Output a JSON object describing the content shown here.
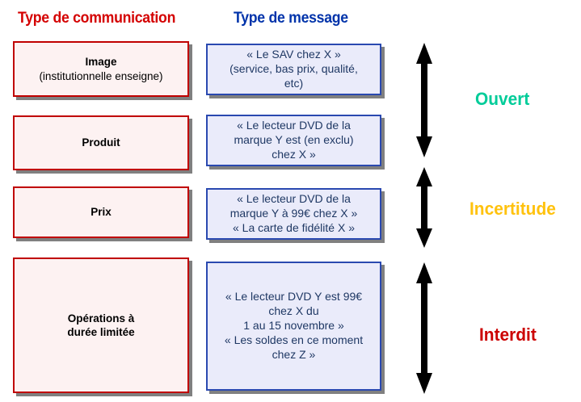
{
  "headers": {
    "communication": "Type de communication",
    "message": "Type de message"
  },
  "colors": {
    "header_communication": "#D40000",
    "header_message": "#0033AA",
    "left_box_border": "#C00000",
    "left_box_fill": "#FDF2F2",
    "right_box_border": "#2A49B0",
    "right_box_fill": "#EAEBFA",
    "shadow": "#808080",
    "arrow": "#000000",
    "ouvert": "#00CC99",
    "incertitude": "#FFC20E",
    "interdit": "#CC0000"
  },
  "rows": [
    {
      "communication_title": "Image",
      "communication_subtitle": "(institutionnelle enseigne)",
      "message_lines": [
        "«  Le SAV chez X  »",
        "(service, bas prix, qualité,",
        "etc)"
      ]
    },
    {
      "communication_title": "Produit",
      "communication_subtitle": "",
      "message_lines": [
        "« Le lecteur DVD de la",
        "marque Y est (en exclu)",
        "chez  X »"
      ]
    },
    {
      "communication_title": "Prix",
      "communication_subtitle": "",
      "message_lines": [
        "« Le lecteur DVD de la",
        "marque Y à 99€ chez X »",
        "« La carte de fidélité X »"
      ]
    },
    {
      "communication_title": "Opérations à",
      "communication_subtitle": "durée limitée",
      "message_lines": [
        "« Le lecteur DVD Y est 99€",
        "chez X du",
        "1 au 15 novembre »",
        "« Les soldes en ce moment",
        "chez Z »"
      ]
    }
  ],
  "zones": [
    {
      "label": "Ouvert"
    },
    {
      "label": "Incertitude"
    },
    {
      "label": "Interdit"
    }
  ]
}
